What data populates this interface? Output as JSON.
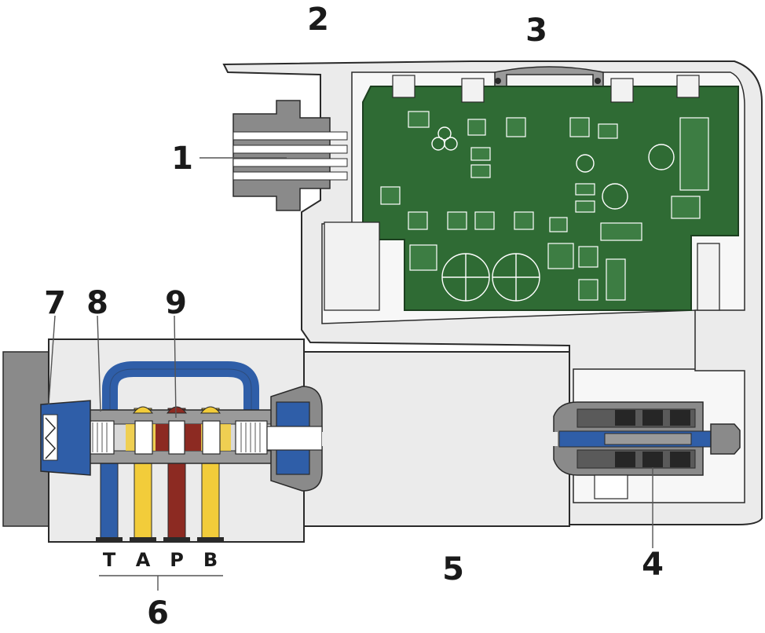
{
  "callouts": {
    "c1": "1",
    "c2": "2",
    "c3": "3",
    "c4": "4",
    "c5": "5",
    "c6": "6",
    "c7": "7",
    "c8": "8",
    "c9": "9"
  },
  "ports": {
    "t": "T",
    "a": "A",
    "p": "P",
    "b": "B"
  },
  "colors": {
    "housing": "#ebebeb",
    "pcb": "#2f6b34",
    "tank_line": "#2f5ea8",
    "work_line": "#f2cc3a",
    "pressure_line": "#8c2a22",
    "metal_dark": "#8a8a8a",
    "coil_dark": "#262626"
  }
}
